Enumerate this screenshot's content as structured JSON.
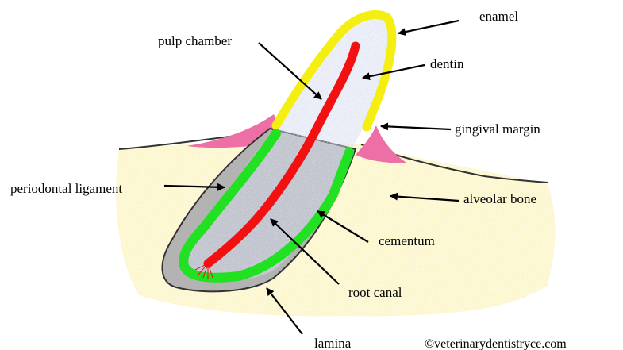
{
  "labels": {
    "enamel": "enamel",
    "pulp_chamber": "pulp chamber",
    "dentin": "dentin",
    "gingival_margin": "gingival margin",
    "periodontal_ligament": "periodontal ligament",
    "alveolar_bone": "alveolar bone",
    "cementum": "cementum",
    "root_canal": "root canal",
    "lamina": "lamina"
  },
  "copyright": "©veterinarydentistryce.com",
  "colors": {
    "enamel": "#f5ee12",
    "dentin": "#d6dcef",
    "pulp": "#f21010",
    "cementum": "#22e022",
    "ligament": "#b3b3b3",
    "bone": "#faf0a8",
    "gingiva": "#ee6fa6",
    "outline": "#333333",
    "arrow": "#000000"
  }
}
